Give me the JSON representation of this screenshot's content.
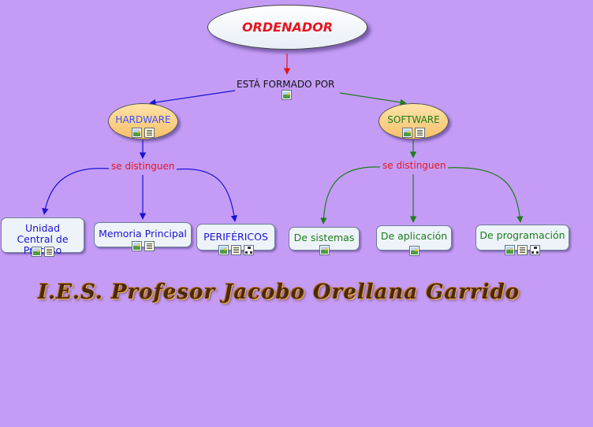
{
  "colors": {
    "background": "#c49cf6",
    "root_text": "#e8141e",
    "root_arrow": "#e8141e",
    "hardware_branch": "#1a12d4",
    "software_branch": "#1c7c1c",
    "label_red": "#e8141e"
  },
  "root": {
    "label": "ORDENADOR"
  },
  "root_link": {
    "label": "ESTÁ FORMADO POR",
    "icons": [
      "image-icon"
    ]
  },
  "hardware": {
    "label": "HARDWARE",
    "icons": [
      "image-icon",
      "document-icon"
    ],
    "link_label": "se distinguen",
    "children": [
      {
        "label": "Unidad Central de Proceso",
        "icons": [
          "image-icon",
          "document-icon"
        ]
      },
      {
        "label": "Memoria Principal",
        "icons": [
          "image-icon",
          "document-icon"
        ]
      },
      {
        "label": "PERIFÉRICOS",
        "icons": [
          "image-icon",
          "document-icon",
          "concept-map-icon"
        ]
      }
    ]
  },
  "software": {
    "label": "SOFTWARE",
    "icons": [
      "image-icon",
      "document-icon"
    ],
    "link_label": "se distinguen",
    "children": [
      {
        "label": "De sistemas",
        "icons": [
          "image-icon"
        ]
      },
      {
        "label": "De aplicación",
        "icons": [
          "image-icon"
        ]
      },
      {
        "label": "De programación",
        "icons": [
          "image-icon",
          "document-icon",
          "concept-map-icon"
        ]
      }
    ]
  },
  "footer": {
    "text": "I.E.S. Profesor Jacobo Orellana Garrido"
  }
}
